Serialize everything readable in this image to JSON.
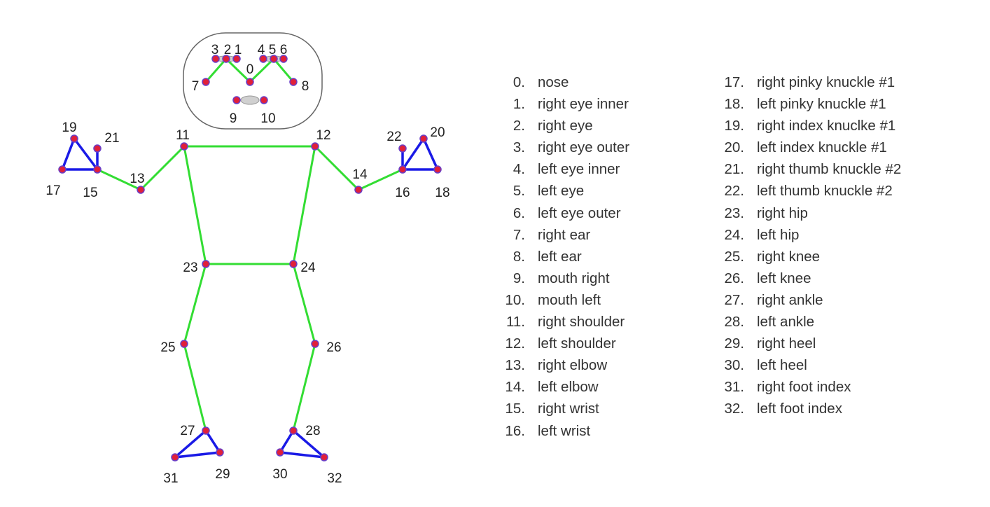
{
  "landmarks": [
    {
      "id": "0",
      "name": "nose"
    },
    {
      "id": "1",
      "name": "right eye inner"
    },
    {
      "id": "2",
      "name": "right eye"
    },
    {
      "id": "3",
      "name": "right eye outer"
    },
    {
      "id": "4",
      "name": "left eye inner"
    },
    {
      "id": "5",
      "name": "left eye"
    },
    {
      "id": "6",
      "name": "left eye outer"
    },
    {
      "id": "7",
      "name": "right ear"
    },
    {
      "id": "8",
      "name": "left ear"
    },
    {
      "id": "9",
      "name": "mouth right"
    },
    {
      "id": "10",
      "name": "mouth left"
    },
    {
      "id": "11",
      "name": "right shoulder"
    },
    {
      "id": "12",
      "name": "left shoulder"
    },
    {
      "id": "13",
      "name": "right elbow"
    },
    {
      "id": "14",
      "name": "left elbow"
    },
    {
      "id": "15",
      "name": "right wrist"
    },
    {
      "id": "16",
      "name": "left wrist"
    },
    {
      "id": "17",
      "name": "right pinky knuckle #1"
    },
    {
      "id": "18",
      "name": "left pinky knuckle #1"
    },
    {
      "id": "19",
      "name": "right index knuclke #1"
    },
    {
      "id": "20",
      "name": "left index knuckle #1"
    },
    {
      "id": "21",
      "name": "right thumb knuckle #2"
    },
    {
      "id": "22",
      "name": "left thumb knuckle #2"
    },
    {
      "id": "23",
      "name": "right hip"
    },
    {
      "id": "24",
      "name": "left hip"
    },
    {
      "id": "25",
      "name": "right knee"
    },
    {
      "id": "26",
      "name": "left knee"
    },
    {
      "id": "27",
      "name": "right ankle"
    },
    {
      "id": "28",
      "name": "left ankle"
    },
    {
      "id": "29",
      "name": "right heel"
    },
    {
      "id": "30",
      "name": "left heel"
    },
    {
      "id": "31",
      "name": "right foot index"
    },
    {
      "id": "32",
      "name": "left foot index"
    }
  ],
  "colors": {
    "body_edge": "#33dd33",
    "hand_foot_edge": "#1a1ae6",
    "point_fill": "#e0203a",
    "point_outline": "#6a3fc8",
    "face_outline": "#555555",
    "mouth_eye_fill": "#d0d0d0"
  }
}
